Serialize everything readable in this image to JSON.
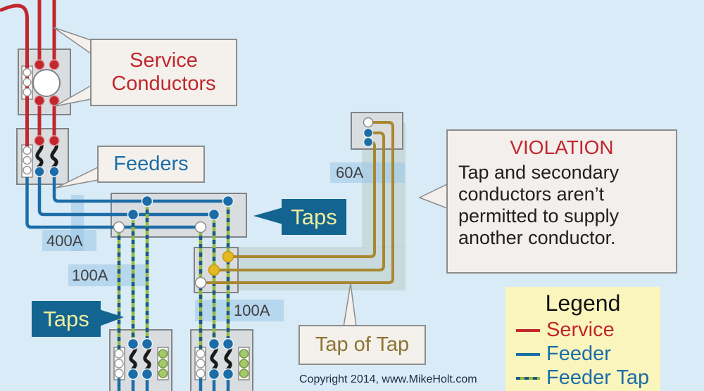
{
  "colors": {
    "background": "#d9ebf7",
    "service_wire": "#c1272d",
    "feeder_wire": "#1c6da7",
    "feeder_tap_green": "#94b93f",
    "feeder_tap_blue": "#1a5a85",
    "tap_of_tap_wire": "#a8872e",
    "blue_callout_fill": "#136490",
    "blue_callout_text": "#efeda0",
    "legend_bg": "#faf5bd",
    "equipment_box_fill": "#dadde0",
    "equipment_box_border": "#808487",
    "label_box_fill": "#f4f1ec",
    "highlight_band": "#9ac6e7"
  },
  "callouts": {
    "service": {
      "line1": "Service",
      "line2": "Conductors"
    },
    "feeders": {
      "label": "Feeders"
    },
    "taps_upper": {
      "label": "Taps"
    },
    "taps_lower": {
      "label": "Taps"
    },
    "tap_of_tap": {
      "label": "Tap of Tap"
    }
  },
  "ratings": {
    "feeder": "400A",
    "tap_left": "100A",
    "tap_right": "100A",
    "tap_of_tap": "60A"
  },
  "violation": {
    "title": "VIOLATION",
    "lines": [
      "Tap and secondary",
      "conductors aren’t",
      "permitted to supply",
      "another conductor."
    ]
  },
  "legend": {
    "title": "Legend",
    "entries": [
      {
        "label": "Service",
        "color": "#c1272d",
        "style": "solid"
      },
      {
        "label": "Feeder",
        "color": "#1c6da7",
        "style": "solid"
      },
      {
        "label": "Feeder Tap",
        "color": "#1c6da7",
        "style": "dashed"
      }
    ]
  },
  "footer": {
    "copyright": "Copyright 2014, www.MikeHolt.com"
  }
}
